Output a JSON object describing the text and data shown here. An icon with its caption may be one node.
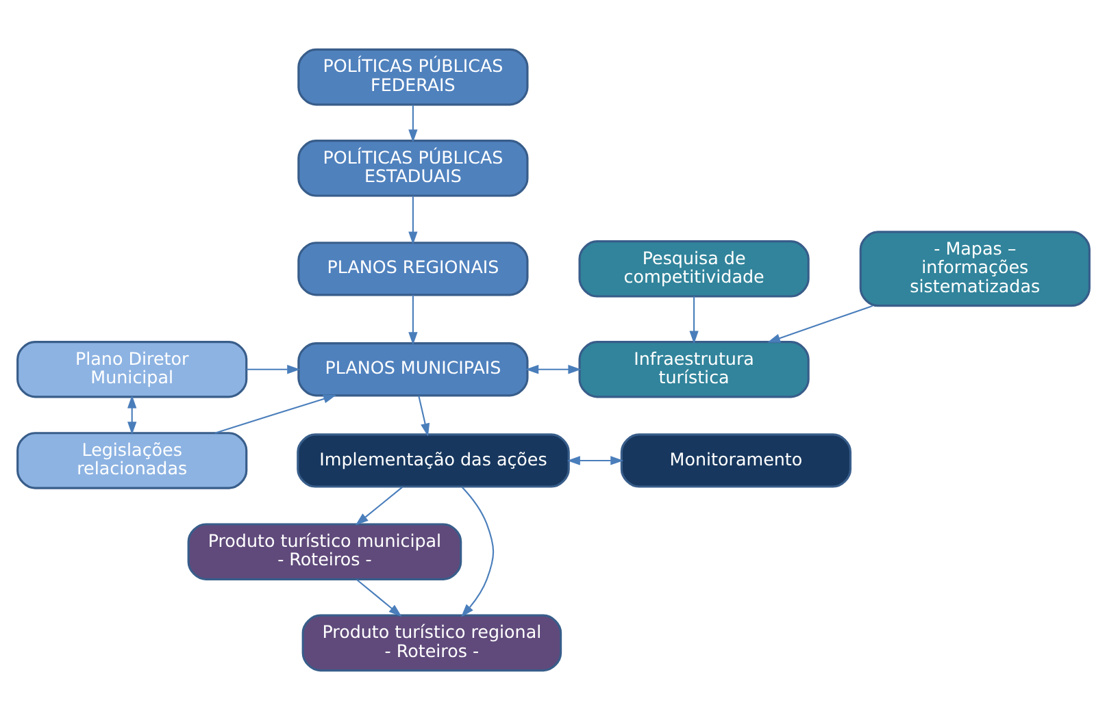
{
  "diagram": {
    "nodes": [
      {
        "text": [
          "POLÍTICAS PÚBLICAS FEDERAIS"
        ]
      },
      {
        "text": [
          "POLÍTICAS PÚBLICAS ESTADUAIS"
        ]
      },
      {
        "text": [
          "PLANOS REGIONAIS"
        ]
      },
      {
        "text": [
          "Pesquisa de competitividade"
        ]
      },
      {
        "text": [
          "- Mapas – informações sistematizadas"
        ]
      },
      {
        "text": [
          "Plano Diretor Municipal"
        ]
      },
      {
        "text": [
          "PLANOS MUNICIPAIS"
        ]
      },
      {
        "text": [
          "Infraestrutura turística"
        ]
      },
      {
        "text": [
          "Legislações relacionadas"
        ]
      },
      {
        "text": [
          "Implementação das ações"
        ]
      },
      {
        "text": [
          "Monitoramento"
        ]
      },
      {
        "text": [
          "Produto turístico municipal - Roteiros -"
        ]
      },
      {
        "text": [
          "Produto turístico regional - Roteiros -"
        ]
      }
    ],
    "edges": [
      {
        "from": 0,
        "to": 1,
        "arrow": "to"
      },
      {
        "from": 1,
        "to": 2,
        "arrow": "to"
      },
      {
        "from": 2,
        "to": 6,
        "arrow": "to"
      },
      {
        "from": 5,
        "to": 6,
        "arrow": "to"
      },
      {
        "from": 5,
        "to": 8,
        "arrow": "both"
      },
      {
        "from": 8,
        "to": 6,
        "arrow": "to"
      },
      {
        "from": 6,
        "to": 7,
        "arrow": "both"
      },
      {
        "from": 3,
        "to": 7,
        "arrow": "to"
      },
      {
        "from": 4,
        "to": 7,
        "arrow": "to"
      },
      {
        "from": 6,
        "to": 9,
        "arrow": "to"
      },
      {
        "from": 9,
        "to": 10,
        "arrow": "both"
      },
      {
        "from": 9,
        "to": 11,
        "arrow": "to"
      },
      {
        "from": 9,
        "to": 12,
        "arrow": "to"
      },
      {
        "from": 11,
        "to": 12,
        "arrow": "to"
      }
    ]
  }
}
